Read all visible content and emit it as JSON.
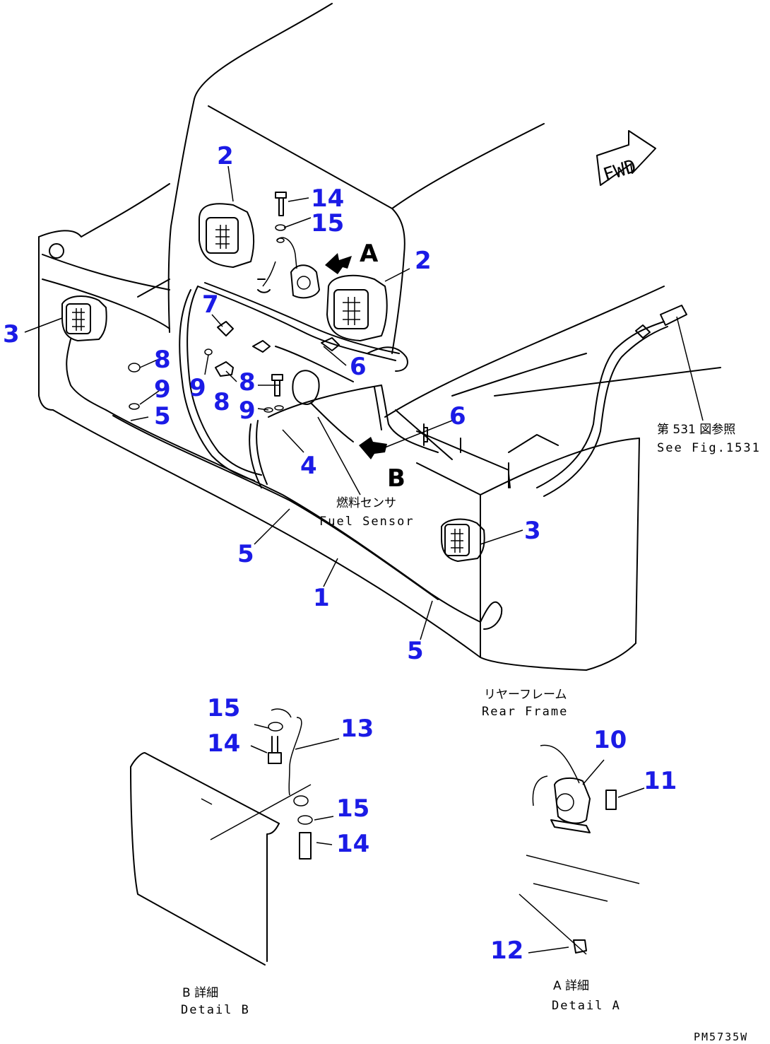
{
  "callouts": {
    "c2a": "2",
    "c2b": "2",
    "c14a": "14",
    "c15a": "15",
    "c3a": "3",
    "c3b": "3",
    "c7": "7",
    "c8a": "8",
    "c8b": "8",
    "c8c": "8",
    "c9a": "9",
    "c9b": "9",
    "c9c": "9",
    "c5a": "5",
    "c5b": "5",
    "c5c": "5",
    "c6a": "6",
    "c6b": "6",
    "c4": "4",
    "c1": "1",
    "c15b": "15",
    "c14b": "14",
    "c13": "13",
    "c15c": "15",
    "c14c": "14",
    "c10": "10",
    "c11": "11",
    "c12": "12"
  },
  "view_markers": {
    "a": "A",
    "b": "B"
  },
  "labels": {
    "fwd": "FWD",
    "fuel_jp": "燃料センサ",
    "fuel_en": "Fuel Sensor",
    "rear_jp": "リヤーフレーム",
    "rear_en": "Rear Frame",
    "see_jp": "第 531 図参照",
    "see_en": "See Fig.1531",
    "detail_b_jp": "B 詳細",
    "detail_b_en": "Detail B",
    "detail_a_jp": "A 詳細",
    "detail_a_en": "Detail A",
    "code": "PM5735W"
  }
}
